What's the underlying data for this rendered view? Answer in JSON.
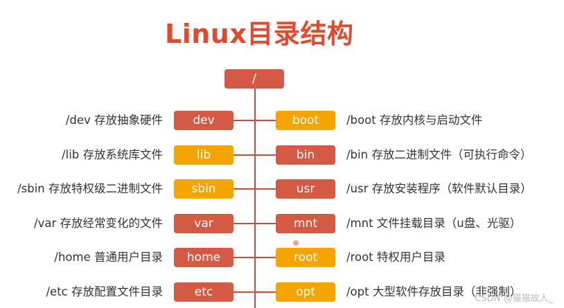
{
  "title": "Linux目录结构",
  "root": "/",
  "left_nodes": [
    {
      "label": "dev",
      "desc": "/dev 存放抽象硬件",
      "color": "#d45a44"
    },
    {
      "label": "lib",
      "desc": "/lib 存放系统库文件",
      "color": "#f5a400"
    },
    {
      "label": "sbin",
      "desc": "/sbin 存放特权级二进制文件",
      "color": "#f5a400"
    },
    {
      "label": "var",
      "desc": "/var 存放经常变化的文件",
      "color": "#d45a44"
    },
    {
      "label": "home",
      "desc": "/home 普通用户目录",
      "color": "#d45a44"
    },
    {
      "label": "etc",
      "desc": "/etc 存放配置文件目录",
      "color": "#d45a44"
    }
  ],
  "right_nodes": [
    {
      "label": "boot",
      "desc": "/boot 存放内核与启动文件",
      "color": "#f5a400"
    },
    {
      "label": "bin",
      "desc": "/bin 存放二进制文件（可执行命令）",
      "color": "#d45a44"
    },
    {
      "label": "usr",
      "desc": "/usr 存放安装程序（软件默认目录）",
      "color": "#d45a44"
    },
    {
      "label": "mnt",
      "desc": "/mnt 文件挂载目录（u盘、光驱）",
      "color": "#d45a44"
    },
    {
      "label": "root",
      "desc": "/root 特权用户目录",
      "color": "#f5a400"
    },
    {
      "label": "opt",
      "desc": "/opt 大型软件存放目录（非强制）",
      "color": "#f5a400"
    }
  ],
  "watermark": "CSDN @猫猫故人_"
}
